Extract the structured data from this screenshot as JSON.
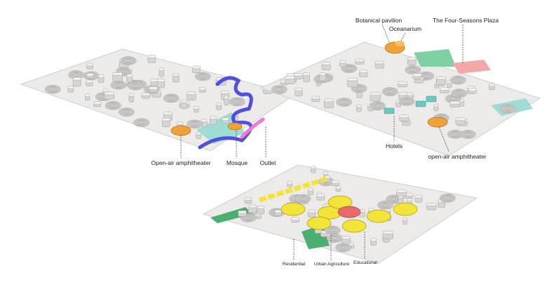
{
  "colors": {
    "plate": "#ecebe9",
    "building": "#d6d5d3",
    "building_edge": "#a9a8a6",
    "water": "#9fdcd4",
    "green": "#4caf72",
    "orange": "#f0a23a",
    "blue": "#4f4fe0",
    "pink": "#f07ad8",
    "yellow": "#f3e43a",
    "red": "#e86a6a"
  },
  "plan_1": {
    "labels": {
      "amphitheater": "Open-air amphitheater",
      "mosque": "Mosque",
      "outlet": "Outlet"
    }
  },
  "plan_2": {
    "labels": {
      "botanical": "Botanical pavilion",
      "oceanarium": "Oceanarium",
      "plaza": "The Four-Seasons Plaza",
      "hotels": "Hotels",
      "amphitheater": "open-air amphitheater"
    }
  },
  "plan_3": {
    "labels": {
      "residential": "Residential",
      "agriculture": "Urban Agriculture",
      "educational": "Educational"
    }
  }
}
